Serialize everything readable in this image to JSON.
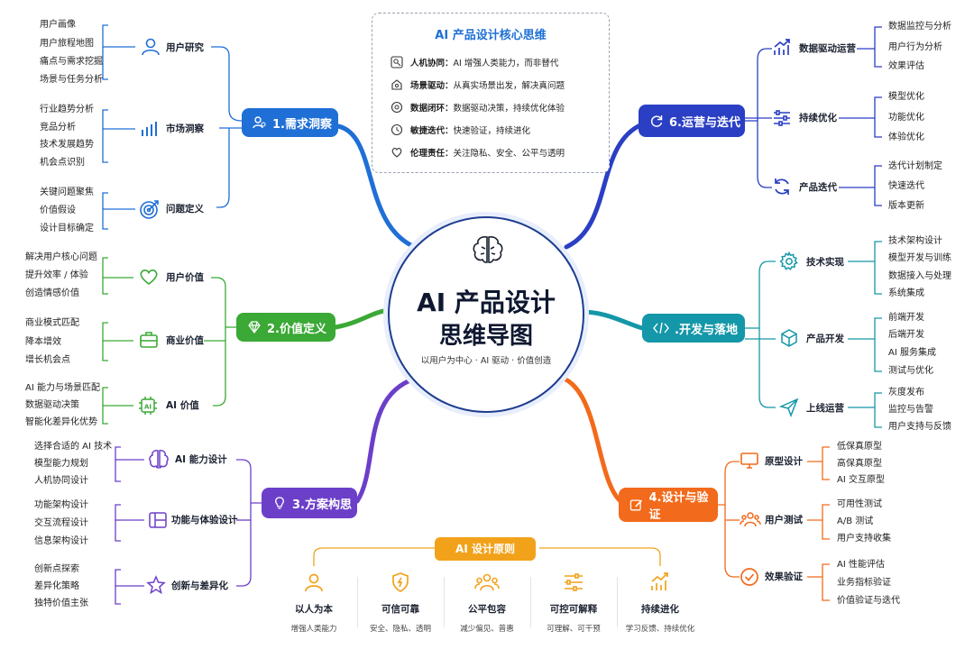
{
  "core": {
    "title": "AI 产品设计核心思维",
    "items": [
      {
        "key": "人机协同：",
        "text": "AI 增强人类能力，而非替代",
        "icon": "user-search-icon"
      },
      {
        "key": "场景驱动：",
        "text": "从真实场景出发，解决真问题",
        "icon": "scene-icon"
      },
      {
        "key": "数据闭环：",
        "text": "数据驱动决策，持续优化体验",
        "icon": "data-loop-icon"
      },
      {
        "key": "敏捷迭代：",
        "text": "快速验证，持续进化",
        "icon": "iterate-icon"
      },
      {
        "key": "伦理责任：",
        "text": "关注隐私、安全、公平与透明",
        "icon": "heart-shield-icon"
      }
    ]
  },
  "center": {
    "line1": "AI 产品设计",
    "line2": "思维导图",
    "subtitle": "以用户为中心 · AI 驱动 · 价值创造"
  },
  "branches": {
    "b1": {
      "label": "1.需求洞察",
      "color": "#1f6fd6",
      "subs": [
        {
          "label": "用户研究",
          "leaves": [
            "用户画像",
            "用户旅程地图",
            "痛点与需求挖掘",
            "场景与任务分析"
          ]
        },
        {
          "label": "市场洞察",
          "leaves": [
            "行业趋势分析",
            "竞品分析",
            "技术发展趋势",
            "机会点识别"
          ]
        },
        {
          "label": "问题定义",
          "leaves": [
            "关键问题聚焦",
            "价值假设",
            "设计目标确定"
          ]
        }
      ]
    },
    "b2": {
      "label": "2.价值定义",
      "color": "#3aa935",
      "subs": [
        {
          "label": "用户价值",
          "leaves": [
            "解决用户核心问题",
            "提升效率 / 体验",
            "创造情感价值"
          ]
        },
        {
          "label": "商业价值",
          "leaves": [
            "商业模式匹配",
            "降本增效",
            "增长机会点"
          ]
        },
        {
          "label": "AI 价值",
          "leaves": [
            "AI 能力与场景匹配",
            "数据驱动决策",
            "智能化差异化优势"
          ]
        }
      ]
    },
    "b3": {
      "label": "3.方案构思",
      "color": "#6c3fc9",
      "subs": [
        {
          "label": "AI 能力设计",
          "leaves": [
            "选择合适的 AI 技术",
            "模型能力规划",
            "人机协同设计"
          ]
        },
        {
          "label": "功能与体验设计",
          "leaves": [
            "功能架构设计",
            "交互流程设计",
            "信息架构设计"
          ]
        },
        {
          "label": "创新与差异化",
          "leaves": [
            "创新点探索",
            "差异化策略",
            "独特价值主张"
          ]
        }
      ]
    },
    "b4": {
      "label": "4.设计与验证",
      "color": "#f26a1b",
      "subs": [
        {
          "label": "原型设计",
          "leaves": [
            "低保真原型",
            "高保真原型",
            "AI 交互原型"
          ]
        },
        {
          "label": "用户测试",
          "leaves": [
            "可用性测试",
            "A/B 测试",
            "用户支持收集"
          ]
        },
        {
          "label": "效果验证",
          "leaves": [
            "AI 性能评估",
            "业务指标验证",
            "价值验证与迭代"
          ]
        }
      ]
    },
    "b5": {
      "label": ".开发与落地",
      "color": "#1497a8",
      "subs": [
        {
          "label": "技术实现",
          "leaves": [
            "技术架构设计",
            "模型开发与训练",
            "数据接入与处理",
            "系统集成"
          ]
        },
        {
          "label": "产品开发",
          "leaves": [
            "前端开发",
            "后端开发",
            "AI 服务集成",
            "测试与优化"
          ]
        },
        {
          "label": "上线运营",
          "leaves": [
            "灰度发布",
            "监控与告警",
            "用户支持与反馈"
          ]
        }
      ]
    },
    "b6": {
      "label": "6.运营与迭代",
      "color": "#2a3fc4",
      "subs": [
        {
          "label": "数据驱动运营",
          "leaves": [
            "数据监控与分析",
            "用户行为分析",
            "效果评估"
          ]
        },
        {
          "label": "持续优化",
          "leaves": [
            "模型优化",
            "功能优化",
            "体验优化"
          ]
        },
        {
          "label": "产品迭代",
          "leaves": [
            "迭代计划制定",
            "快速迭代",
            "版本更新"
          ]
        }
      ]
    }
  },
  "principles": {
    "title": "AI 设计原则",
    "items": [
      {
        "name": "以人为本",
        "desc": "增强人类能力",
        "icon": "person-icon"
      },
      {
        "name": "可信可靠",
        "desc": "安全、隐私、透明",
        "icon": "shield-bolt-icon"
      },
      {
        "name": "公平包容",
        "desc": "减少偏见、普惠",
        "icon": "group-icon"
      },
      {
        "name": "可控可解释",
        "desc": "可理解、可干预",
        "icon": "sliders-icon"
      },
      {
        "name": "持续进化",
        "desc": "学习反馈、持续优化",
        "icon": "growth-chart-icon"
      }
    ]
  }
}
